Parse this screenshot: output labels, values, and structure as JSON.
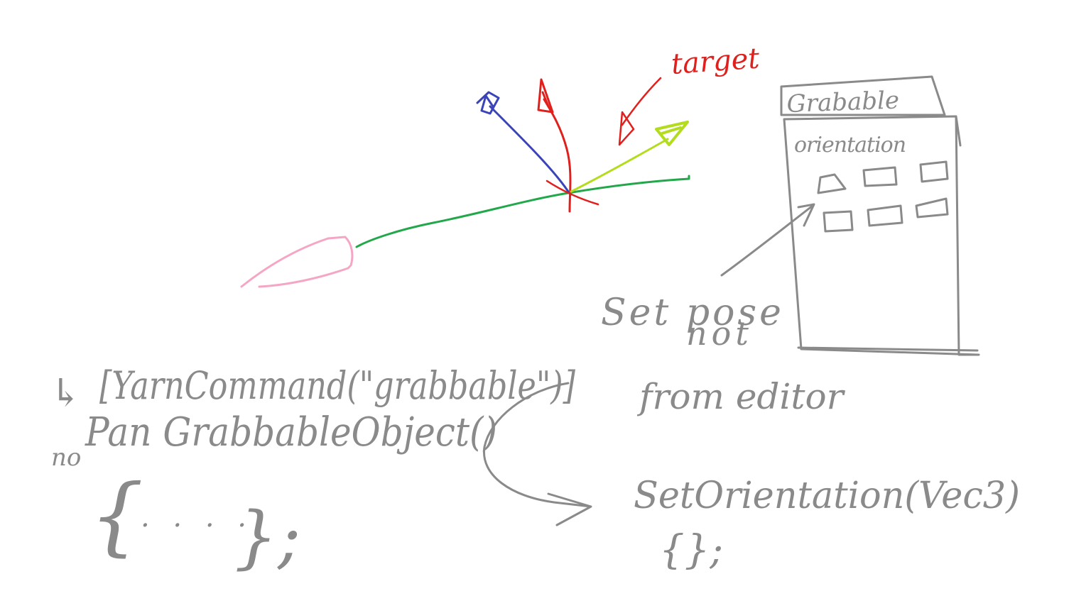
{
  "labels": {
    "target": "target",
    "panel_title": "Grabable",
    "panel_subtitle": "orientation",
    "note_line1": "Set pose",
    "note_line2": "not",
    "note_line3": "from editor",
    "code_attribute": "[YarnCommand(\"grabbable\")]",
    "code_method": "Pan GrabbableObject()",
    "code_prefix_arrow": "↳",
    "code_prefix_left": "no",
    "code_body_open": "{",
    "code_body_ellipsis": ". . . .",
    "code_body_close": "};",
    "result_method": "SetOrientation(Vec3)",
    "result_body": "{};"
  },
  "colors": {
    "grey_ink": "#8a8a8a",
    "red": "#e0201c",
    "blue": "#3a44b8",
    "lime": "#b4dc1e",
    "green": "#22a84a",
    "pink": "#f4a6c4"
  },
  "icons": [
    "axis-arrow-blue-icon",
    "axis-arrow-red-icon",
    "axis-arrow-lime-icon",
    "target-arrow-icon",
    "object-blob-icon",
    "panel-slot-icon"
  ]
}
